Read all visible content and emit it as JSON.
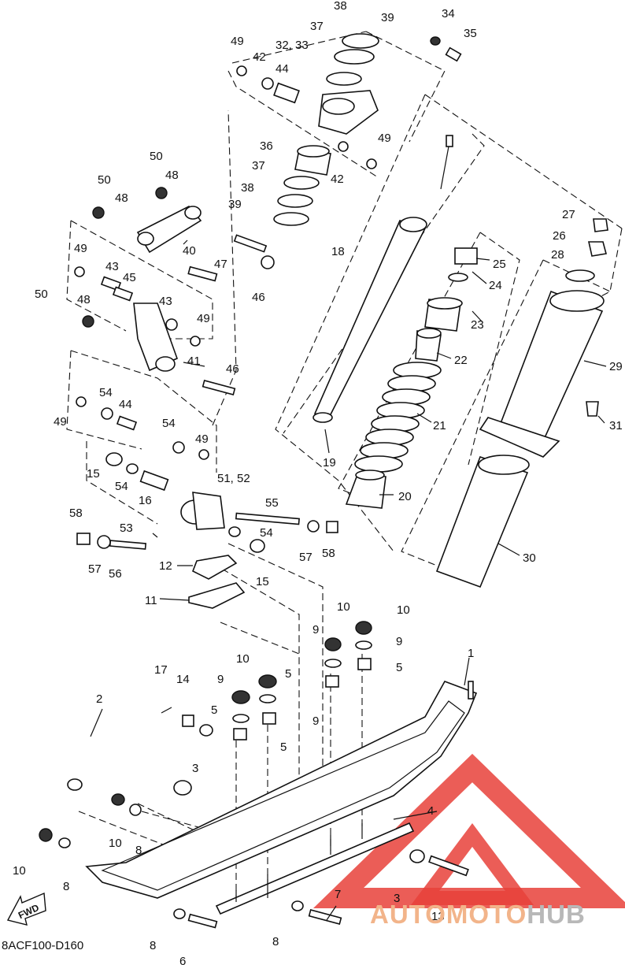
{
  "diagram": {
    "code": "8ACF100-D160",
    "fwd_label": "FWD",
    "logo": {
      "part1": "AUTOMOTO",
      "part2": "HUB",
      "color_red": "#e8413a",
      "color_orange": "#f2b48a",
      "color_gray": "#b8b8b8"
    },
    "callouts": [
      "38",
      "39",
      "34",
      "35",
      "49",
      "37",
      "42",
      "32, 33",
      "44",
      "36",
      "49",
      "37",
      "42",
      "38",
      "39",
      "50",
      "48",
      "50",
      "48",
      "18",
      "40",
      "47",
      "27",
      "26",
      "25",
      "28",
      "24",
      "49",
      "43",
      "45",
      "46",
      "23",
      "50",
      "48",
      "43",
      "49",
      "29",
      "22",
      "41",
      "46",
      "21",
      "31",
      "49",
      "54",
      "44",
      "54",
      "49",
      "19",
      "20",
      "15",
      "54",
      "16",
      "51, 52",
      "58",
      "55",
      "53",
      "54",
      "57",
      "56",
      "57",
      "58",
      "30",
      "12",
      "15",
      "11",
      "10",
      "10",
      "9",
      "9",
      "1",
      "5",
      "10",
      "17",
      "9",
      "14",
      "5",
      "9",
      "5",
      "2",
      "3",
      "5",
      "4",
      "10",
      "8",
      "10",
      "8",
      "3",
      "7",
      "13",
      "8",
      "6",
      "8"
    ]
  }
}
